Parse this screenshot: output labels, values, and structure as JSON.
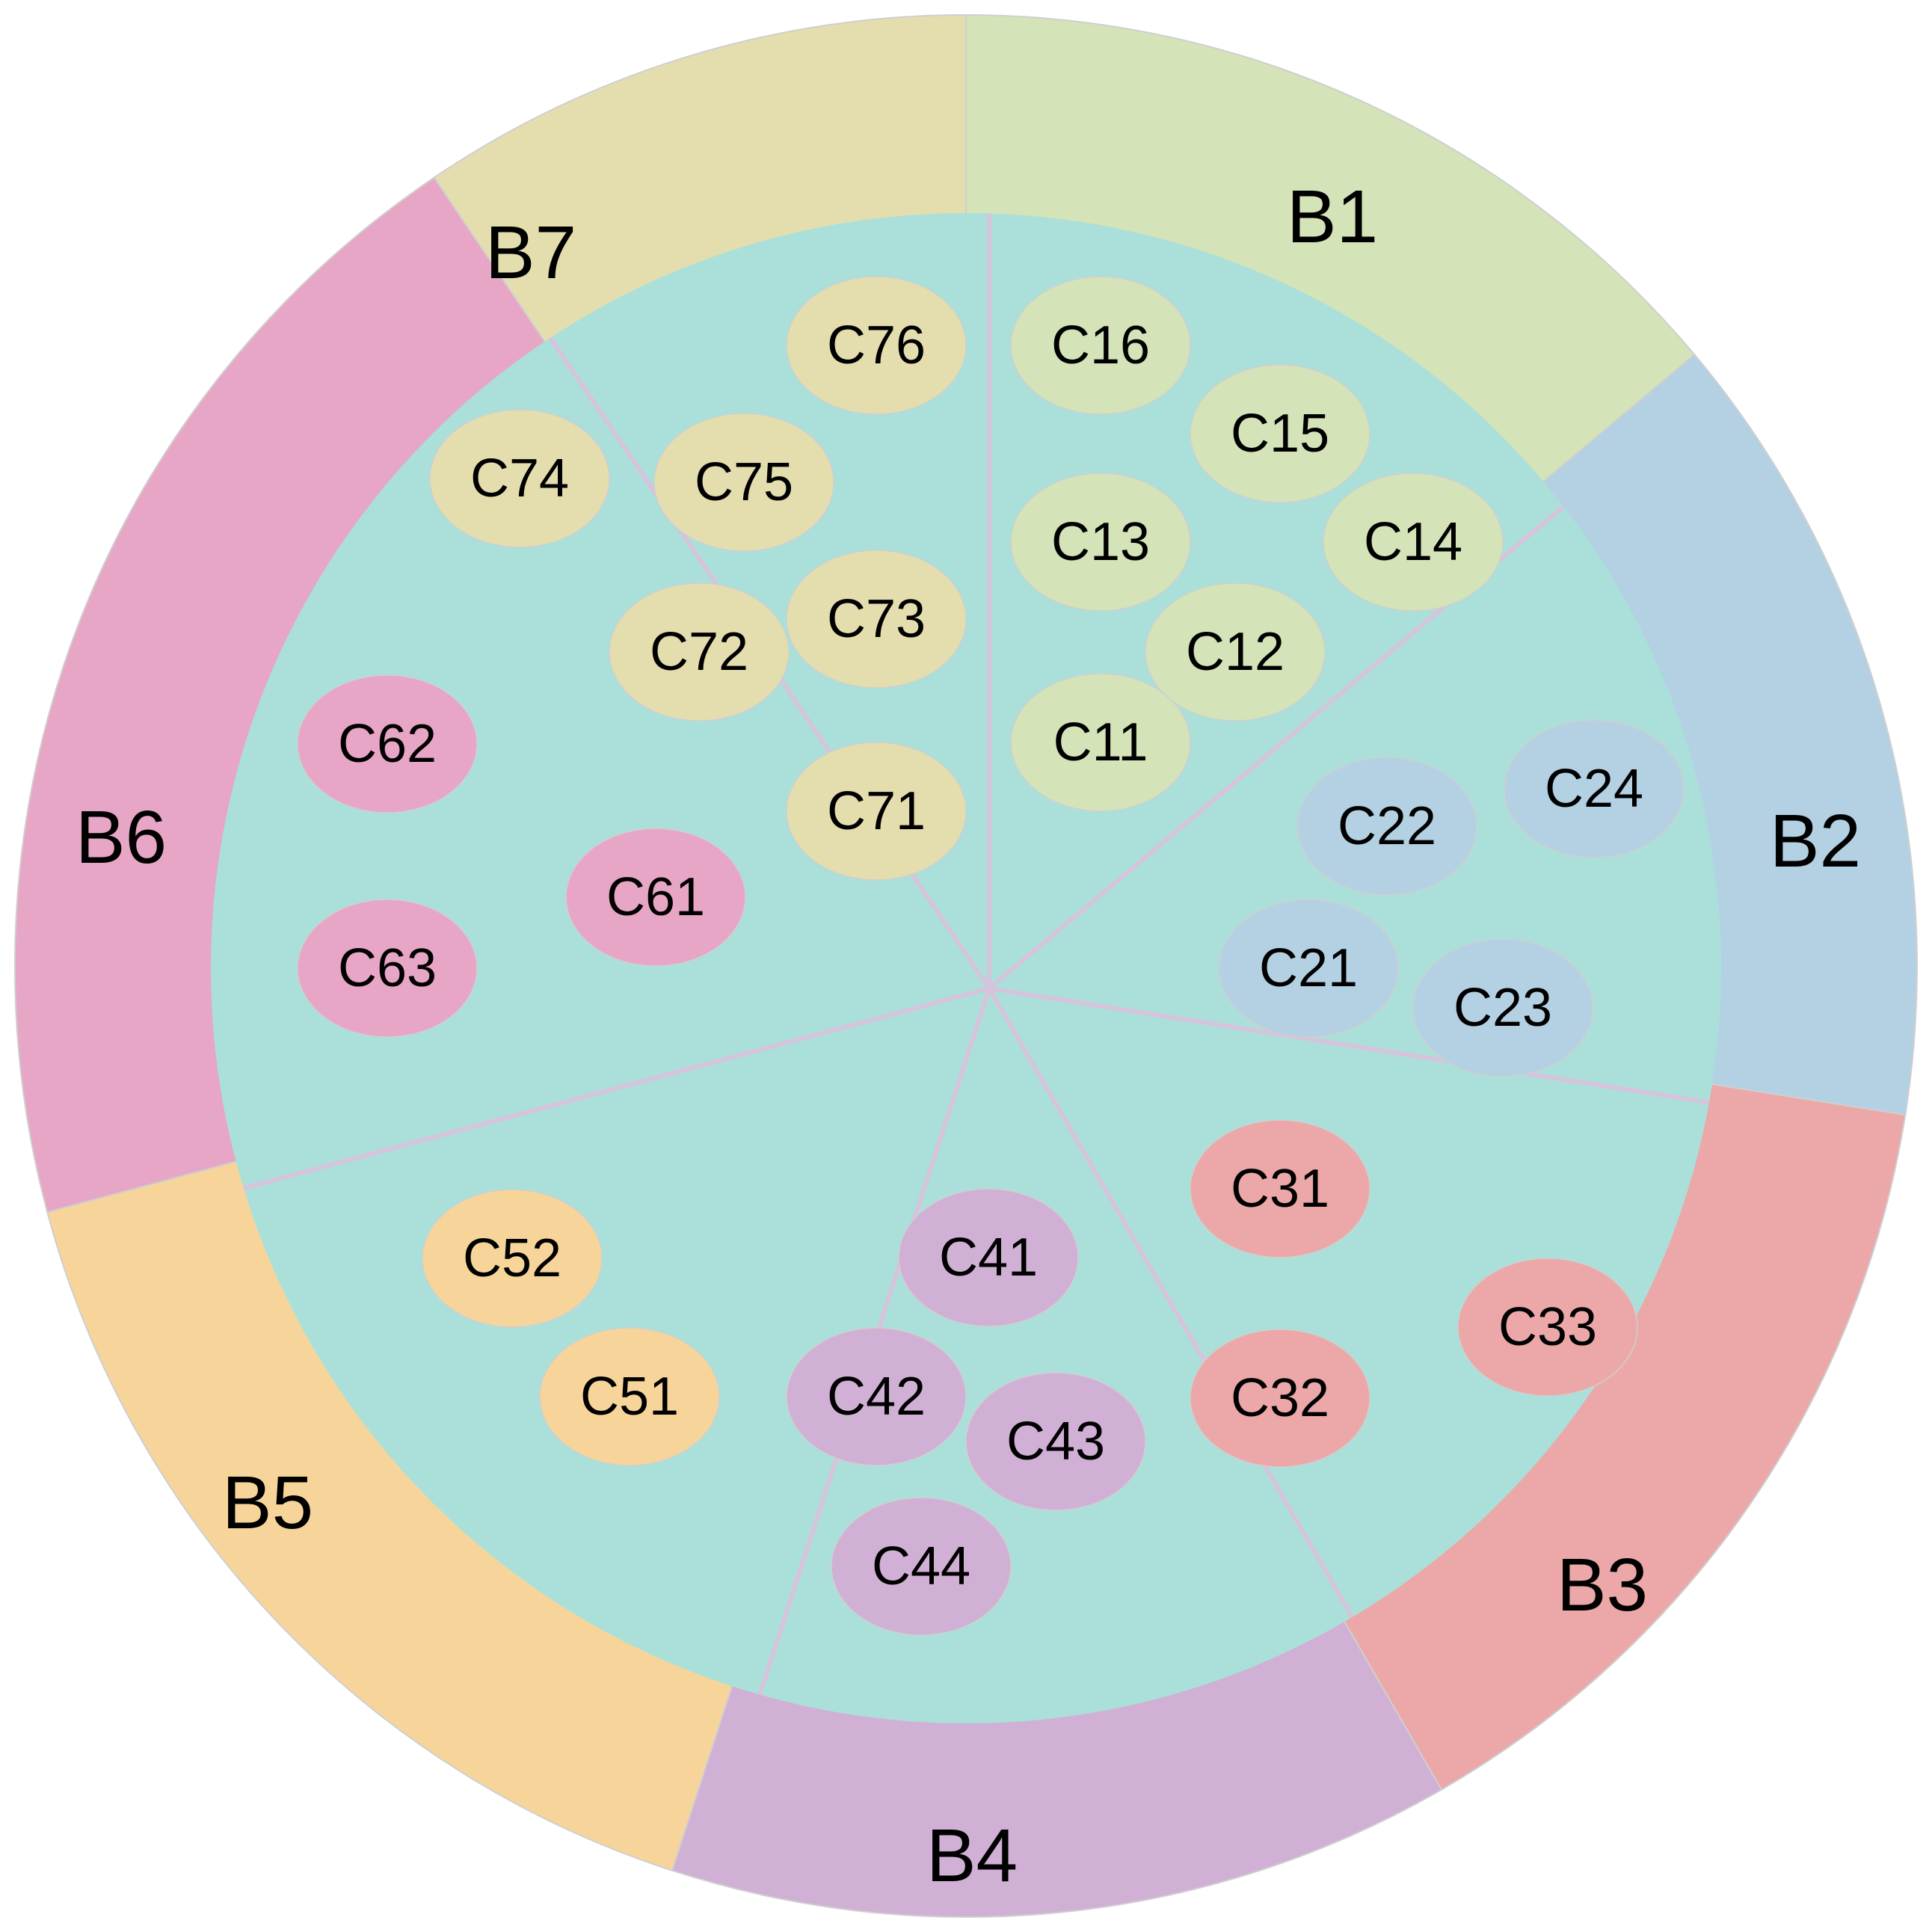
{
  "colors": {
    "inner_disk": "#aae0d9",
    "divider": "#d6c3dc",
    "outline": "#cfcfcf"
  },
  "sectors": [
    {
      "id": "B1",
      "label": "B1",
      "color": "#d4e3b8",
      "children": [
        {
          "id": "C11",
          "label": "C11"
        },
        {
          "id": "C12",
          "label": "C12"
        },
        {
          "id": "C13",
          "label": "C13"
        },
        {
          "id": "C14",
          "label": "C14"
        },
        {
          "id": "C15",
          "label": "C15"
        },
        {
          "id": "C16",
          "label": "C16"
        }
      ]
    },
    {
      "id": "B2",
      "label": "B2",
      "color": "#b3d1e3",
      "children": [
        {
          "id": "C21",
          "label": "C21"
        },
        {
          "id": "C22",
          "label": "C22"
        },
        {
          "id": "C23",
          "label": "C23"
        },
        {
          "id": "C24",
          "label": "C24"
        }
      ]
    },
    {
      "id": "B3",
      "label": "B3",
      "color": "#eca8a8",
      "children": [
        {
          "id": "C31",
          "label": "C31"
        },
        {
          "id": "C32",
          "label": "C32"
        },
        {
          "id": "C33",
          "label": "C33"
        }
      ]
    },
    {
      "id": "B4",
      "label": "B4",
      "color": "#d1b0d5",
      "children": [
        {
          "id": "C41",
          "label": "C41"
        },
        {
          "id": "C42",
          "label": "C42"
        },
        {
          "id": "C43",
          "label": "C43"
        },
        {
          "id": "C44",
          "label": "C44"
        }
      ]
    },
    {
      "id": "B5",
      "label": "B5",
      "color": "#f7d59a",
      "children": [
        {
          "id": "C51",
          "label": "C51"
        },
        {
          "id": "C52",
          "label": "C52"
        }
      ]
    },
    {
      "id": "B6",
      "label": "B6",
      "color": "#e8a6c6",
      "children": [
        {
          "id": "C61",
          "label": "C61"
        },
        {
          "id": "C62",
          "label": "C62"
        },
        {
          "id": "C63",
          "label": "C63"
        }
      ]
    },
    {
      "id": "B7",
      "label": "B7",
      "color": "#e4deaf",
      "children": [
        {
          "id": "C71",
          "label": "C71"
        },
        {
          "id": "C72",
          "label": "C72"
        },
        {
          "id": "C73",
          "label": "C73"
        },
        {
          "id": "C74",
          "label": "C74"
        },
        {
          "id": "C75",
          "label": "C75"
        },
        {
          "id": "C76",
          "label": "C76"
        }
      ]
    }
  ]
}
